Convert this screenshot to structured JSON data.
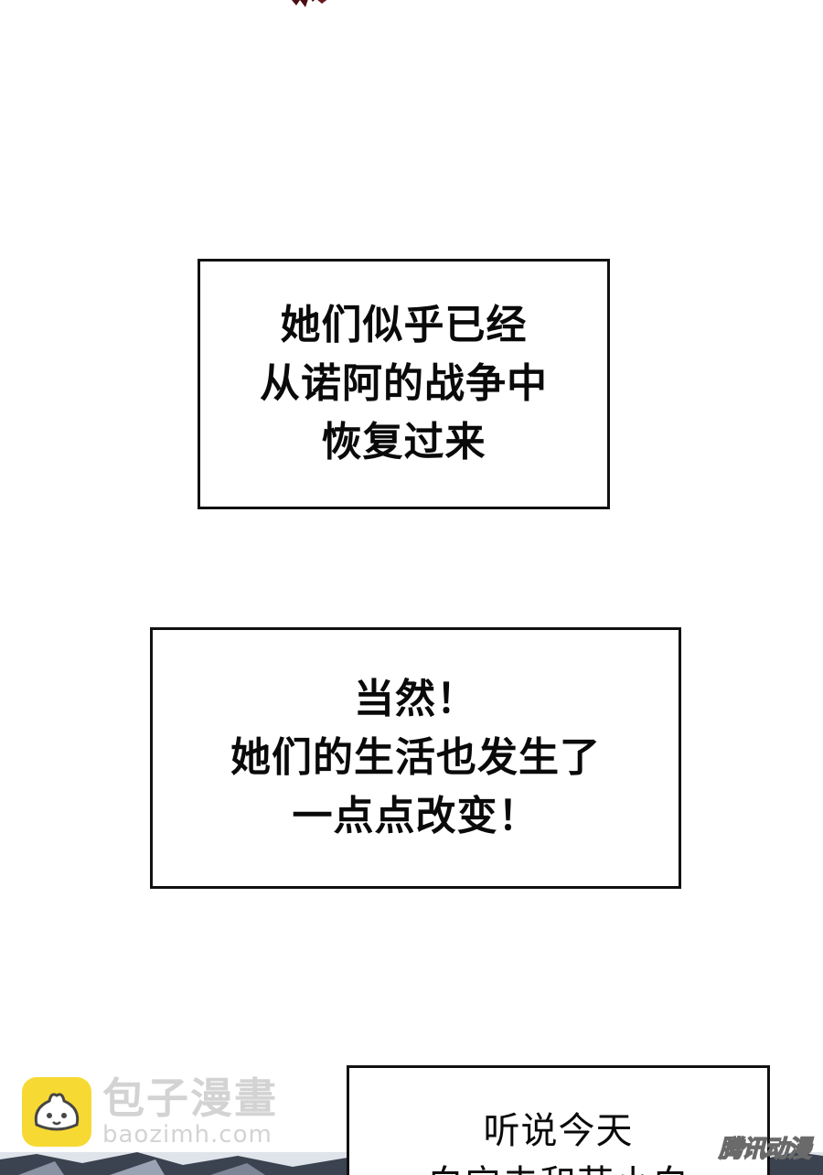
{
  "captions": [
    {
      "lines": [
        "她们似乎已经",
        "从诺阿的战争中",
        "恢复过来"
      ]
    },
    {
      "lines": [
        "当然！",
        "她们的生活也发生了",
        "一点点改变！"
      ]
    },
    {
      "lines": [
        "听说今天",
        "白宁夫和苏小白"
      ]
    }
  ],
  "watermark": {
    "title": "包子漫畫",
    "url": "baozimh.com",
    "logo_color": "#f7d51d"
  },
  "corner_logo": {
    "text": "腾讯动漫"
  },
  "colors": {
    "background": "#ffffff",
    "text": "#0a0a0a",
    "border": "#111111",
    "top_art": "#4a0f14",
    "bottom_art": "#3b4250"
  }
}
